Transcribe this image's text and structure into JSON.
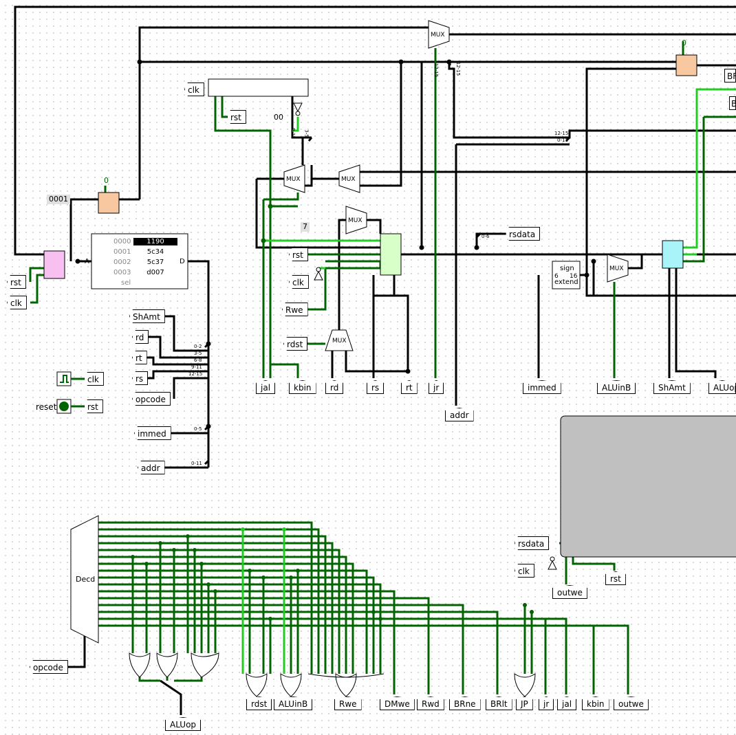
{
  "tunnels": {
    "rst_a": "rst",
    "clk_a": "clk",
    "clk_top": "clk",
    "rst_top": "rst",
    "const_00": "00",
    "rsdata_top": "rsdata",
    "rst_mid": "rst",
    "clk_mid": "clk",
    "rwe_mid": "Rwe",
    "rdst_mid": "rdst",
    "shamt": "ShAmt",
    "rd": "rd",
    "rt": "rt",
    "rs": "rs",
    "opcode": "opcode",
    "immed": "immed",
    "addr": "addr",
    "clock_clk": "clk",
    "reset_rst": "rst",
    "rsdata_low": "rsdata",
    "clk_low": "clk",
    "outwe_low": "outwe",
    "rst_low": "rst",
    "opcode_dec": "opcode"
  },
  "pins": {
    "jal": "jal",
    "kbin": "kbin",
    "rd": "rd",
    "rs": "rs",
    "rt": "rt",
    "jr": "jr",
    "addr": "addr",
    "immed": "immed",
    "aluinb": "ALUinB",
    "shamt": "ShAmt",
    "aluop": "ALUop",
    "br_top": "BF",
    "b_top": "B"
  },
  "bottom_pins": [
    "rdst",
    "ALUinB",
    "Rwe",
    "DMwe",
    "Rwd",
    "BRne",
    "BRlt",
    "JP",
    "jr",
    "jal",
    "kbin",
    "outwe"
  ],
  "aluop_out": "ALUop",
  "constants": {
    "pc_init": "0001",
    "seven": "7",
    "reg0_val": "0",
    "reg1_val": "0"
  },
  "labels": {
    "reset": "reset",
    "decoder": "Decd",
    "sign_extend_1": "sign",
    "sign_extend_2": "extend",
    "se_in": "6",
    "se_out": "16",
    "rom_a": "A",
    "rom_d": "D",
    "rom_sel": "sel",
    "mux": "MUX",
    "splitter_bits": [
      "0-2",
      "3-5",
      "6-8",
      "9-11",
      "12-15"
    ],
    "immed_bits": "0-5",
    "addr_bits": "0-11",
    "jr_bits": "12-15",
    "pc_bits_a": "12-15",
    "pc_bits_b": "0-11",
    "rsdata_bits": "0-6",
    "shift_bits_a": "12-15",
    "shift_bits_b": "9-11",
    "shift_bits_c": "3-5"
  },
  "rom": {
    "addresses": [
      "0000",
      "0001",
      "0002",
      "0003"
    ],
    "values": [
      "1190",
      "5c34",
      "5c37",
      "d007"
    ]
  },
  "colors": {
    "wire_dark": "#006400",
    "wire_bright": "#22cc22",
    "bus": "#000000",
    "reg": "#f8c8a0",
    "pc_reg": "#f8c8a0",
    "regfile": "#d8ffc8",
    "alu": "#a8f4f8",
    "counter": "#f8c0f0",
    "memory": "#c0c0c0"
  }
}
